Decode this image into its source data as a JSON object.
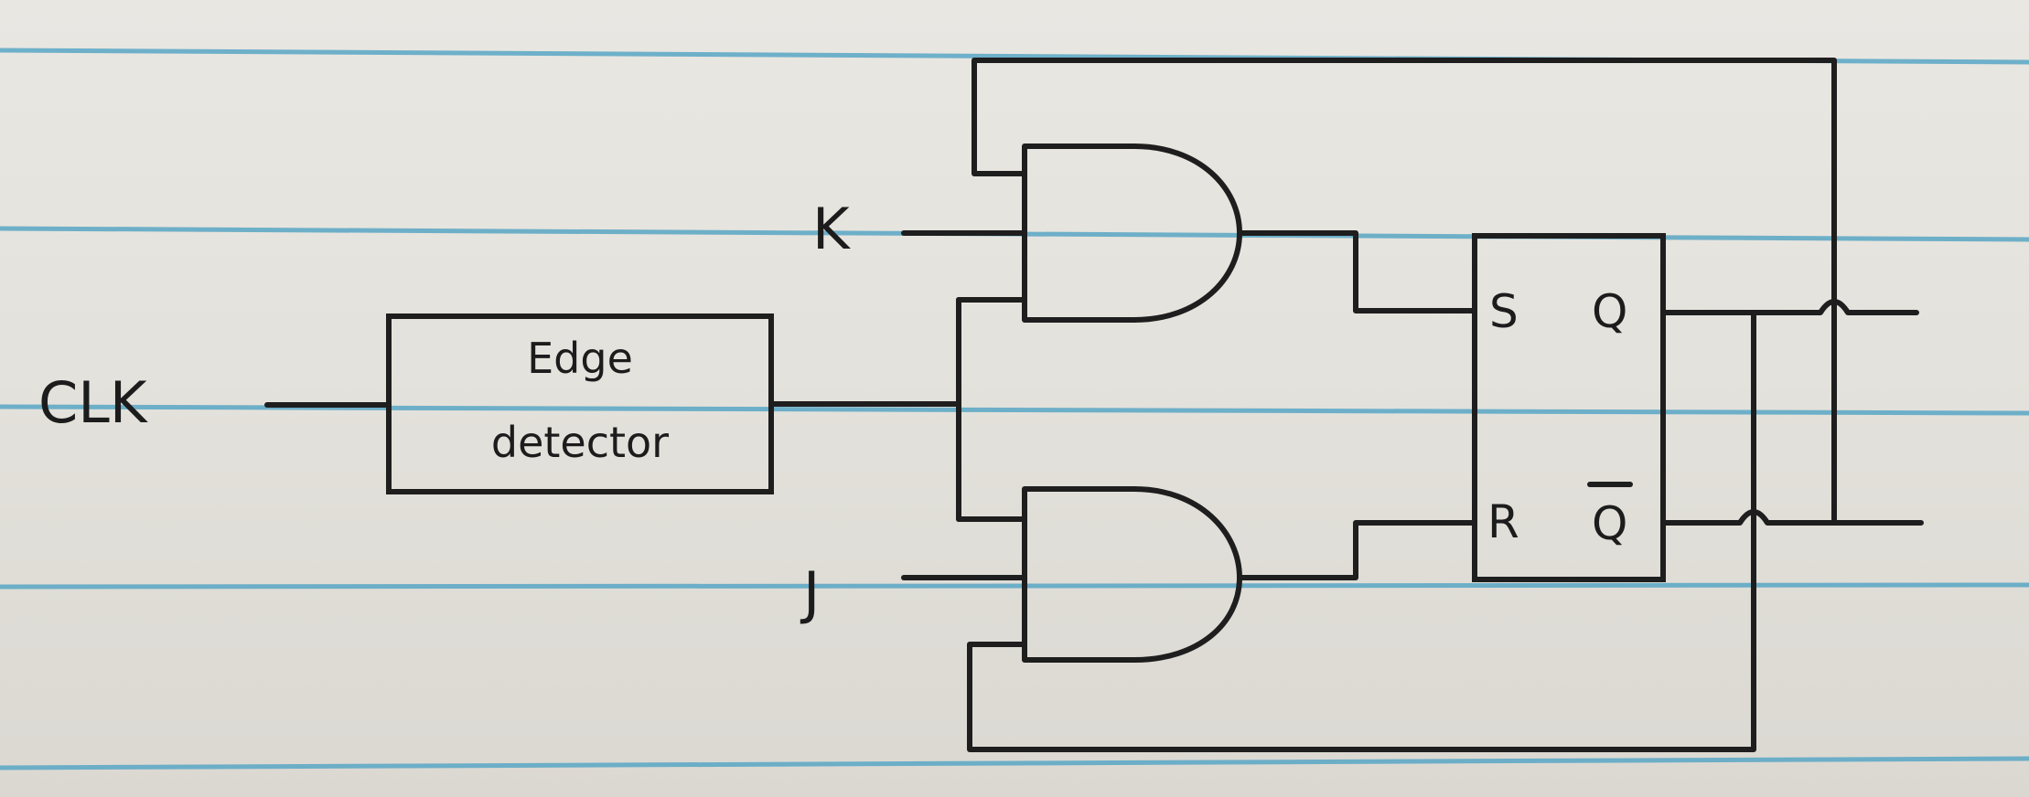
{
  "diagram": {
    "inputs": {
      "clk": "CLK",
      "k": "K",
      "j": "J"
    },
    "edge_detector": {
      "line1": "Edge",
      "line2": "detector"
    },
    "flipflop": {
      "s": "S",
      "r": "R",
      "q": "Q",
      "q_bar": "Q"
    }
  },
  "colors": {
    "ink": "#1e1e1e",
    "paper": "#e6e4de",
    "ruled_line": "#58a6c4"
  }
}
